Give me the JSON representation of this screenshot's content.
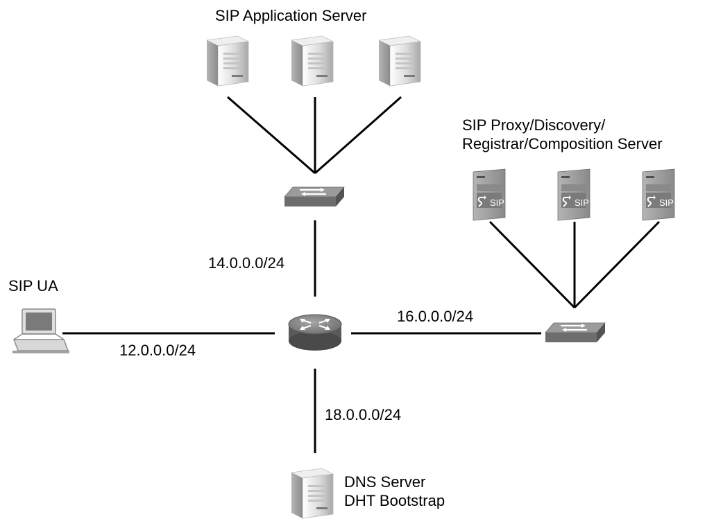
{
  "labels": {
    "app_server_group": "SIP Application Server",
    "proxy_server_group": [
      "SIP Proxy/Discovery/",
      "Registrar/Composition Server"
    ],
    "sip_ua": "SIP UA",
    "dns_server": [
      "DNS Server",
      "DHT Bootstrap"
    ]
  },
  "subnets": {
    "ua_router": "12.0.0.0/24",
    "app_switch_router": "14.0.0.0/24",
    "router_proxy_switch": "16.0.0.0/24",
    "router_dns": "18.0.0.0/24"
  },
  "sip_badge_text": "SIP",
  "colors": {
    "line": "#000000",
    "server_light": "#e8e8e8",
    "server_mid": "#bdbdbd",
    "server_dark": "#8a8a8a",
    "sip_server": "#9a9a9a",
    "sip_server_dark": "#6e6e6e",
    "switch_top": "#8c8c8c",
    "switch_side": "#5e5e5e"
  }
}
